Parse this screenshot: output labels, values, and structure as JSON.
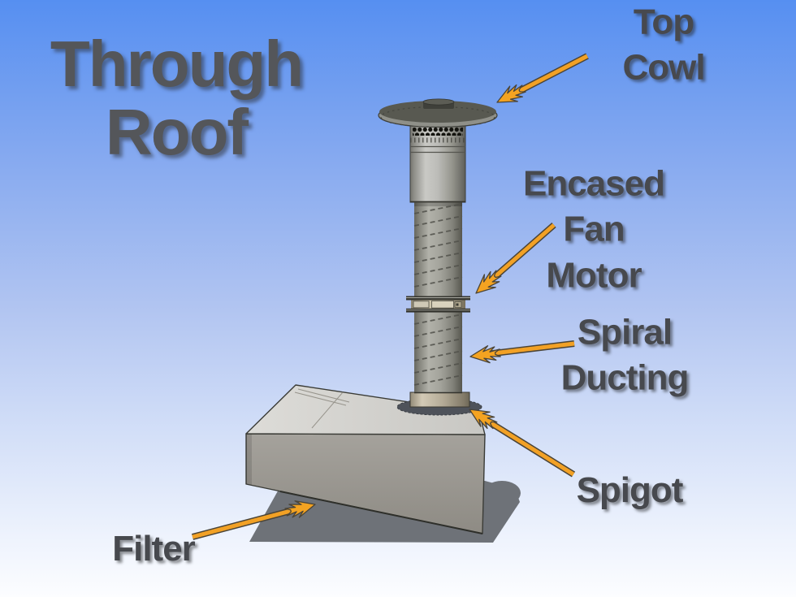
{
  "title": {
    "text": "Through\nRoof"
  },
  "labels": {
    "top_cowl": "Top Cowl",
    "encased_fan_motor": "Encased\nFan\nMotor",
    "spiral_ducting": "Spiral\nDucting",
    "spigot": "Spigot",
    "filter": "Filter"
  },
  "diagram": {
    "parts": [
      "top-cowl",
      "encased-fan-motor",
      "spiral-ducting",
      "spigot",
      "filter-box"
    ],
    "arrow_count": 5
  },
  "colors": {
    "arrow_orange": "#f4a321",
    "arrow_outline": "#4a4438",
    "label_text": "#47494e",
    "title_text": "#54565a",
    "background_top": "#568ff1",
    "background_bottom": "#fcfdff",
    "duct_gray": "#9a9a94",
    "box_top_face": "#d8d7d3",
    "box_front_face": "#9b9892",
    "roof_shadow": "#6e7278",
    "spigot_beige": "#b3a996",
    "cowl_disc_top": "#585951"
  }
}
